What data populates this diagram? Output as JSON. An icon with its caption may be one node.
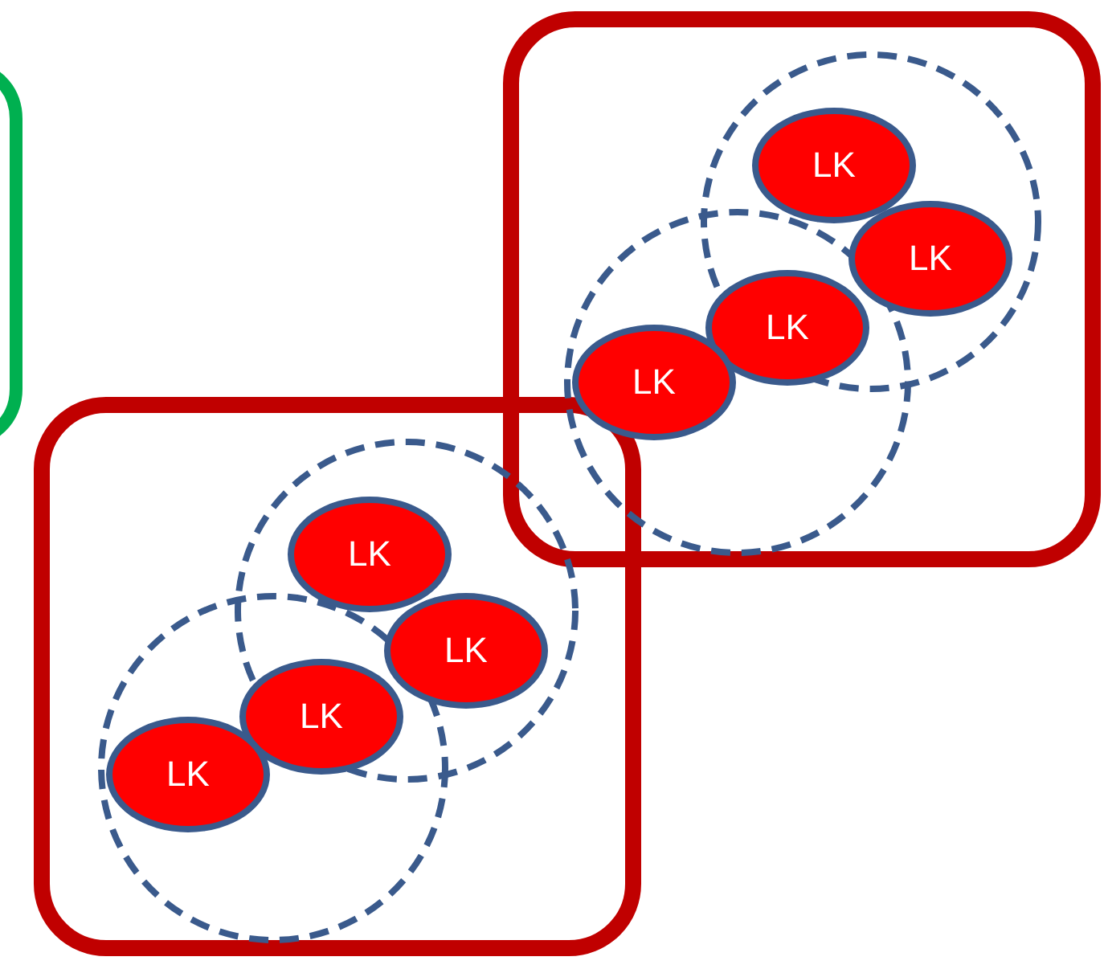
{
  "diagram": {
    "nodes": [
      {
        "text": [
          "LK"
        ]
      },
      {
        "text": [
          "LK"
        ]
      },
      {
        "text": [
          "LK"
        ]
      },
      {
        "text": [
          "LK"
        ]
      },
      {
        "text": [
          "LK"
        ]
      },
      {
        "text": [
          "LK"
        ]
      },
      {
        "text": [
          "LK"
        ]
      },
      {
        "text": [
          "LK"
        ]
      }
    ]
  }
}
